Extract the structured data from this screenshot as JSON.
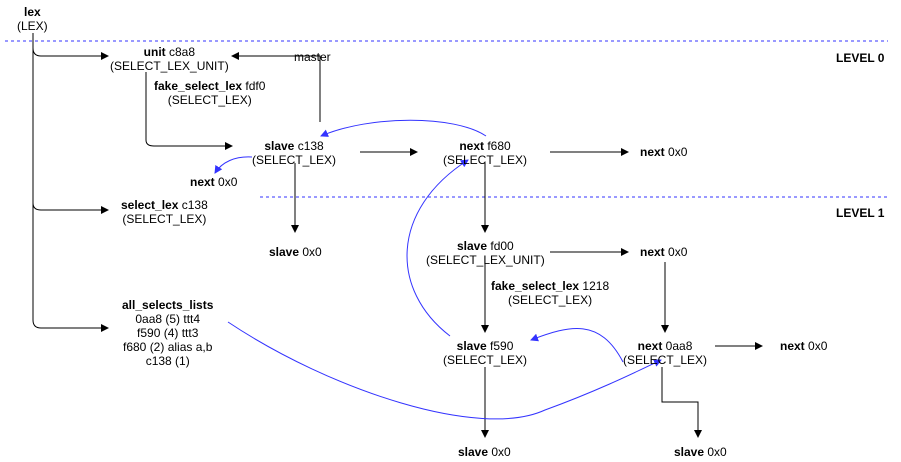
{
  "colors": {
    "edge": "#000000",
    "back_edge": "#3333ff",
    "level_line": "#3333ff"
  },
  "levels": {
    "level0": "LEVEL 0",
    "level1": "LEVEL 1"
  },
  "nodes": {
    "lex": {
      "name": "lex",
      "type": "(LEX)"
    },
    "unit": {
      "name": "unit",
      "addr": "c8a8",
      "type": "(SELECT_LEX_UNIT)"
    },
    "master": {
      "label": "master"
    },
    "fake_select_lex_0": {
      "name": "fake_select_lex",
      "addr": "fdf0",
      "type": "(SELECT_LEX)"
    },
    "slave_c138": {
      "name": "slave",
      "addr": "c138",
      "type": "(SELECT_LEX)"
    },
    "next_f680": {
      "name": "next",
      "addr": "f680",
      "type": "(SELECT_LEX)"
    },
    "next_0x0_a": {
      "name": "next",
      "addr": "0x0"
    },
    "next_0x0_b": {
      "name": "next",
      "addr": "0x0"
    },
    "select_lex": {
      "name": "select_lex",
      "addr": "c138",
      "type": "(SELECT_LEX)"
    },
    "slave_0x0_a": {
      "name": "slave",
      "addr": "0x0"
    },
    "slave_fd00": {
      "name": "slave",
      "addr": "fd00",
      "type": "(SELECT_LEX_UNIT)"
    },
    "next_0x0_c": {
      "name": "next",
      "addr": "0x0"
    },
    "fake_select_lex_1": {
      "name": "fake_select_lex",
      "addr": "1218",
      "type": "(SELECT_LEX)"
    },
    "all_selects_lists": {
      "name": "all_selects_lists",
      "lines": [
        "0aa8 (5) ttt4",
        "f590 (4) ttt3",
        "f680 (2) alias a,b",
        "c138 (1)"
      ]
    },
    "slave_f590": {
      "name": "slave",
      "addr": "f590",
      "type": "(SELECT_LEX)"
    },
    "next_0aa8": {
      "name": "next",
      "addr": "0aa8",
      "type": "(SELECT_LEX)"
    },
    "next_0x0_d": {
      "name": "next",
      "addr": "0x0"
    },
    "slave_0x0_b": {
      "name": "slave",
      "addr": "0x0"
    },
    "slave_0x0_c": {
      "name": "slave",
      "addr": "0x0"
    }
  }
}
